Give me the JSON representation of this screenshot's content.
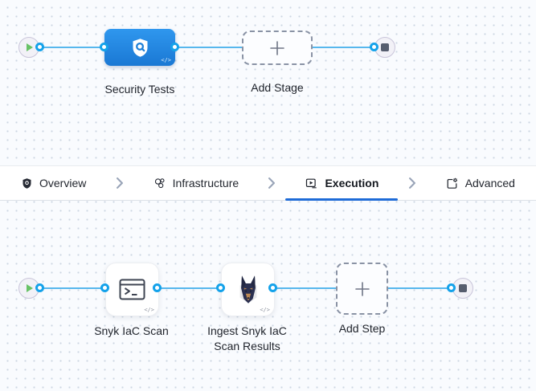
{
  "canvas": {
    "background": "#f9fbfe",
    "dot_color": "#ccd6e1",
    "edge_color": "#57b7ed",
    "port_color": "#14a2ea",
    "stage_blue_top": "#2f97ee",
    "stage_blue_bottom": "#1a78d4",
    "active_tab_underline": "#1e6bd7"
  },
  "stage_pipeline": {
    "start_node": {
      "icon": "play-icon",
      "color": "#68c266"
    },
    "end_node": {
      "icon": "stop-icon",
      "color": "#565d6e"
    },
    "stage": {
      "label": "Security Tests",
      "icon": "shield-scan-icon",
      "code_badge": "</>"
    },
    "add_stage": {
      "label": "Add Stage",
      "icon": "plus-icon"
    }
  },
  "tab_bar": {
    "items": [
      {
        "label": "Overview",
        "icon": "shield-icon",
        "active": false
      },
      {
        "label": "Infrastructure",
        "icon": "infrastructure-icon",
        "active": false
      },
      {
        "label": "Execution",
        "icon": "execution-icon",
        "active": true
      },
      {
        "label": "Advanced",
        "icon": "advanced-icon",
        "active": false
      }
    ]
  },
  "step_pipeline": {
    "start_node": {
      "icon": "play-icon",
      "color": "#68c266"
    },
    "end_node": {
      "icon": "stop-icon",
      "color": "#565d6e"
    },
    "steps": [
      {
        "label": "Snyk IaC Scan",
        "icon": "terminal-icon",
        "code_badge": "</>"
      },
      {
        "label": "Ingest Snyk IaC Scan Results",
        "icon": "snyk-doberman-icon",
        "code_badge": "</>"
      }
    ],
    "add_step": {
      "label": "Add Step",
      "icon": "plus-icon"
    }
  }
}
